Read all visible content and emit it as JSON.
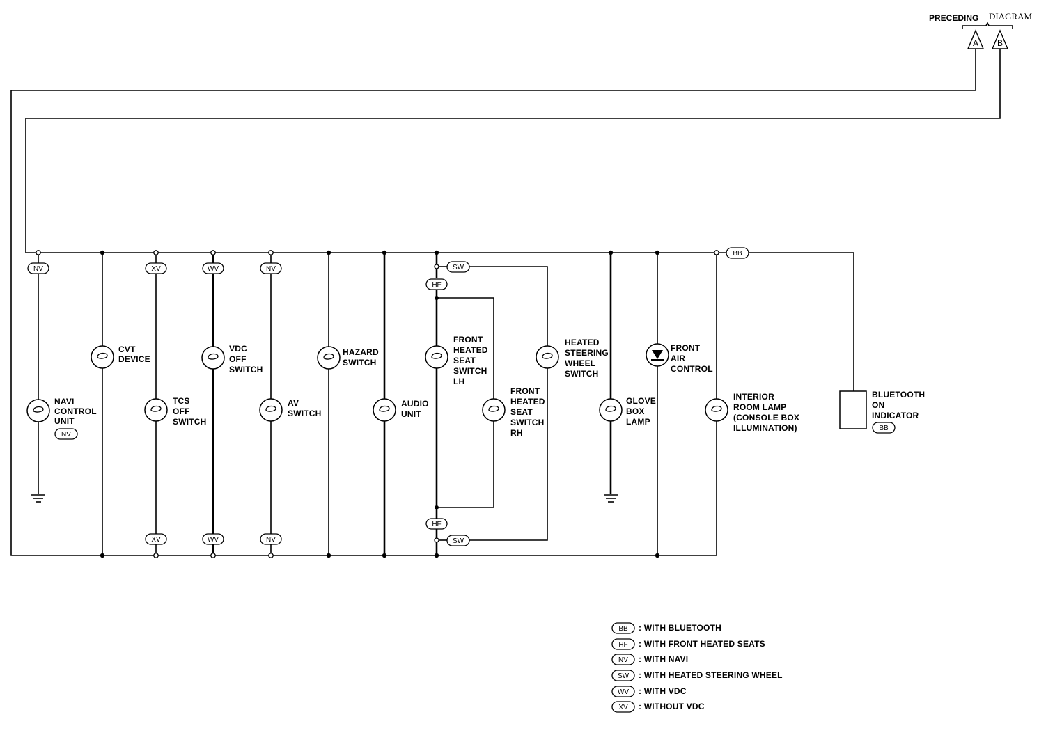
{
  "header": {
    "preceding": "PRECEDING",
    "diagram": "DIAGRAM",
    "connector_a": "A",
    "connector_b": "B"
  },
  "components": {
    "navi": [
      "NAVI",
      "CONTROL",
      "UNIT"
    ],
    "cvt": [
      "CVT",
      "DEVICE"
    ],
    "tcs": [
      "TCS",
      "OFF",
      "SWITCH"
    ],
    "vdc": [
      "VDC",
      "OFF",
      "SWITCH"
    ],
    "av": [
      "AV",
      "SWITCH"
    ],
    "hazard": [
      "HAZARD",
      "SWITCH"
    ],
    "audio": [
      "AUDIO",
      "UNIT"
    ],
    "seat_lh": [
      "FRONT",
      "HEATED",
      "SEAT",
      "SWITCH",
      "LH"
    ],
    "seat_rh": [
      "FRONT",
      "HEATED",
      "SEAT",
      "SWITCH",
      "RH"
    ],
    "steering": [
      "HEATED",
      "STEERING",
      "WHEEL",
      "SWITCH"
    ],
    "glove": [
      "GLOVE",
      "BOX",
      "LAMP"
    ],
    "air": [
      "FRONT",
      "AIR",
      "CONTROL"
    ],
    "interior": [
      "INTERIOR",
      "ROOM LAMP",
      "(CONSOLE BOX",
      "ILLUMINATION)"
    ],
    "bluetooth": [
      "BLUETOOTH",
      "ON",
      "INDICATOR"
    ]
  },
  "badges": {
    "nv": "NV",
    "xv": "XV",
    "wv": "WV",
    "hf": "HF",
    "sw": "SW",
    "bb": "BB"
  },
  "legend": [
    {
      "code": "BB",
      "text": ": WITH BLUETOOTH"
    },
    {
      "code": "HF",
      "text": ": WITH FRONT HEATED SEATS"
    },
    {
      "code": "NV",
      "text": ": WITH NAVI"
    },
    {
      "code": "SW",
      "text": ": WITH HEATED STEERING WHEEL"
    },
    {
      "code": "WV",
      "text": ": WITH VDC"
    },
    {
      "code": "XV",
      "text": ": WITHOUT VDC"
    }
  ]
}
